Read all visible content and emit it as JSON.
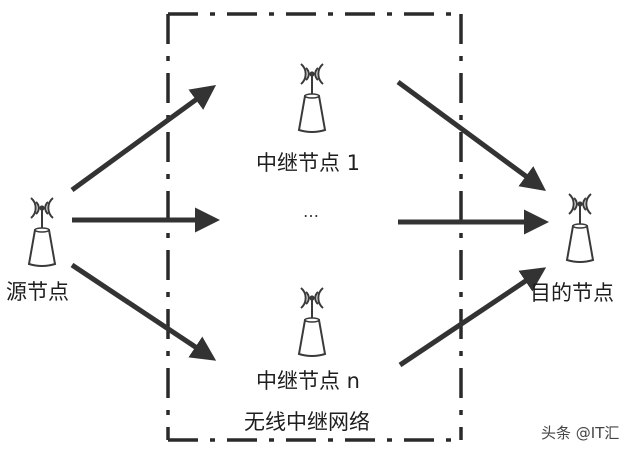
{
  "nodes": {
    "source": {
      "label": "源节点"
    },
    "relay_1": {
      "label": "中继节点 1"
    },
    "relay_n": {
      "label": "中继节点 n"
    },
    "destination": {
      "label": "目的节点"
    },
    "relay_ellipsis": "…"
  },
  "network_label": "无线中继网络",
  "watermark": "头条 @IT汇",
  "colors": {
    "line": "#3a3a3a",
    "arrow": "#333333",
    "background": "#ffffff"
  }
}
